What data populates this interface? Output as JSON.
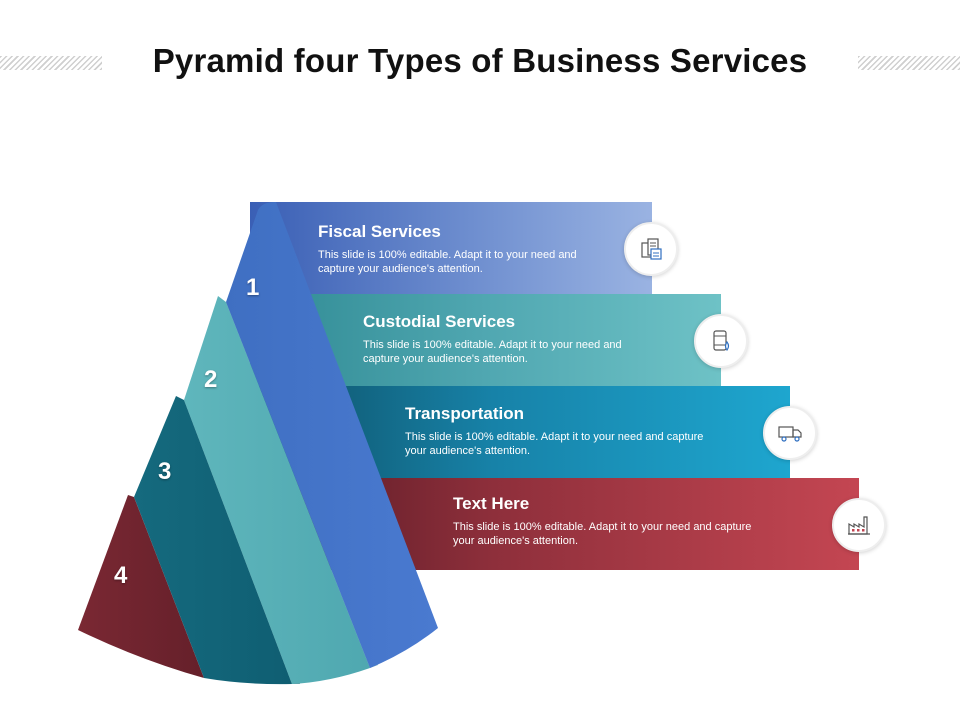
{
  "title": "Pyramid four Types of Business Services",
  "colors": {
    "blue": "#4472C4",
    "teal": "#5BB5BB",
    "dark_teal": "#156B80",
    "dark_red": "#6E2430",
    "cyan": "#1EA0C8",
    "red": "#C0424F"
  },
  "items": [
    {
      "number": "1",
      "title": "Fiscal Services",
      "description": "This slide is 100% editable. Adapt it to your need and capture your audience's attention.",
      "icon": "document-icon"
    },
    {
      "number": "2",
      "title": "Custodial Services",
      "description": "This slide is 100% editable. Adapt it to your need and capture your audience's attention.",
      "icon": "barrel-icon"
    },
    {
      "number": "3",
      "title": "Transportation",
      "description": "This slide is 100% editable. Adapt it to your need and capture your audience's attention.",
      "icon": "truck-icon"
    },
    {
      "number": "4",
      "title": "Text Here",
      "description": "This slide is 100% editable. Adapt it to your need and capture your audience's attention.",
      "icon": "factory-icon"
    }
  ]
}
